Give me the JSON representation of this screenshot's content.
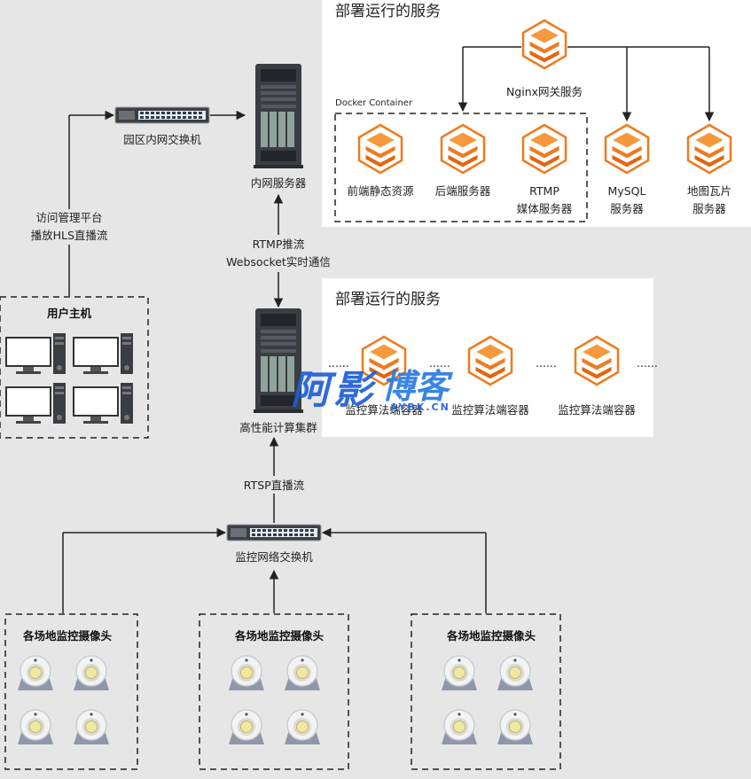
{
  "panels": {
    "top_title": "部署运行的服务",
    "mid_title": "部署运行的服务",
    "docker_label": "Docker Container"
  },
  "services_top": {
    "nginx": "Nginx网关服务",
    "frontend": "前端静态资源",
    "backend": "后端服务器",
    "rtmp_l1": "RTMP",
    "rtmp_l2": "媒体服务器",
    "mysql_l1": "MySQL",
    "mysql_l2": "服务器",
    "tiles_l1": "地图瓦片",
    "tiles_l2": "服务器"
  },
  "services_mid": {
    "algo1": "监控算法端容器",
    "algo2": "监控算法端容器",
    "algo3": "监控算法端容器",
    "dots": "......"
  },
  "nodes": {
    "campus_switch": "园区内网交换机",
    "intranet_server": "内网服务器",
    "hpc_cluster": "高性能计算集群",
    "monitor_switch": "监控网络交换机",
    "user_hosts": "用户主机",
    "cam_group_1": "各场地监控摄像头",
    "cam_group_2": "各场地监控摄像头",
    "cam_group_3": "各场地监控摄像头"
  },
  "edges": {
    "access_l1": "访问管理平台",
    "access_l2": "播放HLS直播流",
    "rtmp_push": "RTMP推流",
    "websocket": "Websocket实时通信",
    "rtsp": "RTSP直播流"
  },
  "watermark": {
    "text_a": "阿",
    "text_b": "影",
    "text_c": "博客",
    "domain": "AYBK.CN"
  },
  "colors": {
    "background": "#e6e6e6",
    "panel": "#ffffff",
    "service_orange": "#f07a1e",
    "server_dark": "#3a3d42",
    "watermark_blue": "#1e5fd6"
  }
}
